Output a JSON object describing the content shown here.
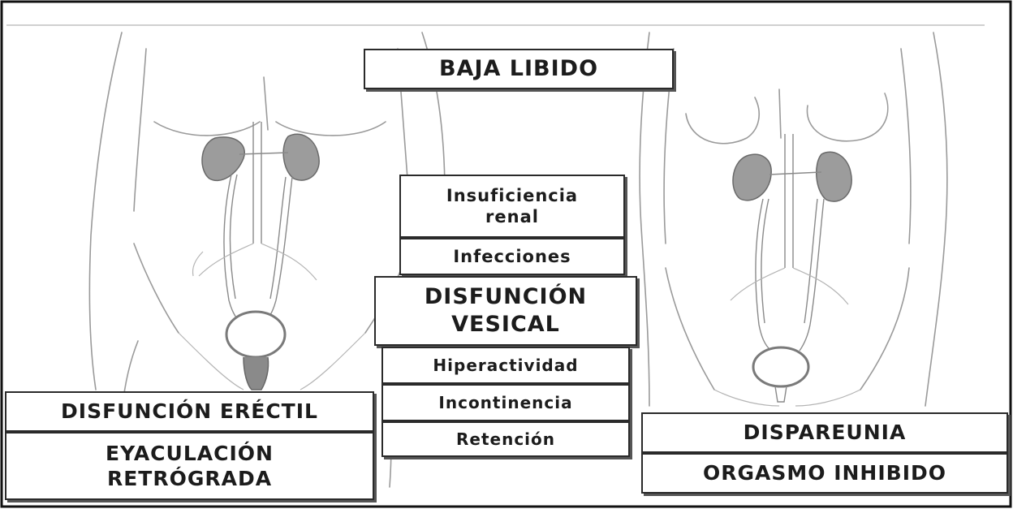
{
  "labels": {
    "baja_libido": "BAJA LIBIDO",
    "insuficiencia_renal": "Insuficiencia renal",
    "infecciones": "Infecciones",
    "disfuncion_vesical": "DISFUNCIÓN VESICAL",
    "hiperactividad": "Hiperactividad",
    "incontinencia": "Incontinencia",
    "retencion": "Retención",
    "disfuncion_erectil": "DISFUNCIÓN ERÉCTIL",
    "eyaculacion_retrograda": "EYACULACIÓN RETRÓGRADA",
    "dispareunia": "DISPAREUNIA",
    "orgasmo_inhibido": "ORGASMO INHIBIDO"
  },
  "colors": {
    "kidney_fill": "#9c9c9c",
    "outline": "#9a9a9a",
    "box_border": "#2a2a2a"
  },
  "figures": {
    "left_icon": "male-torso-urinary-system-icon",
    "right_icon": "female-torso-urinary-system-icon"
  }
}
